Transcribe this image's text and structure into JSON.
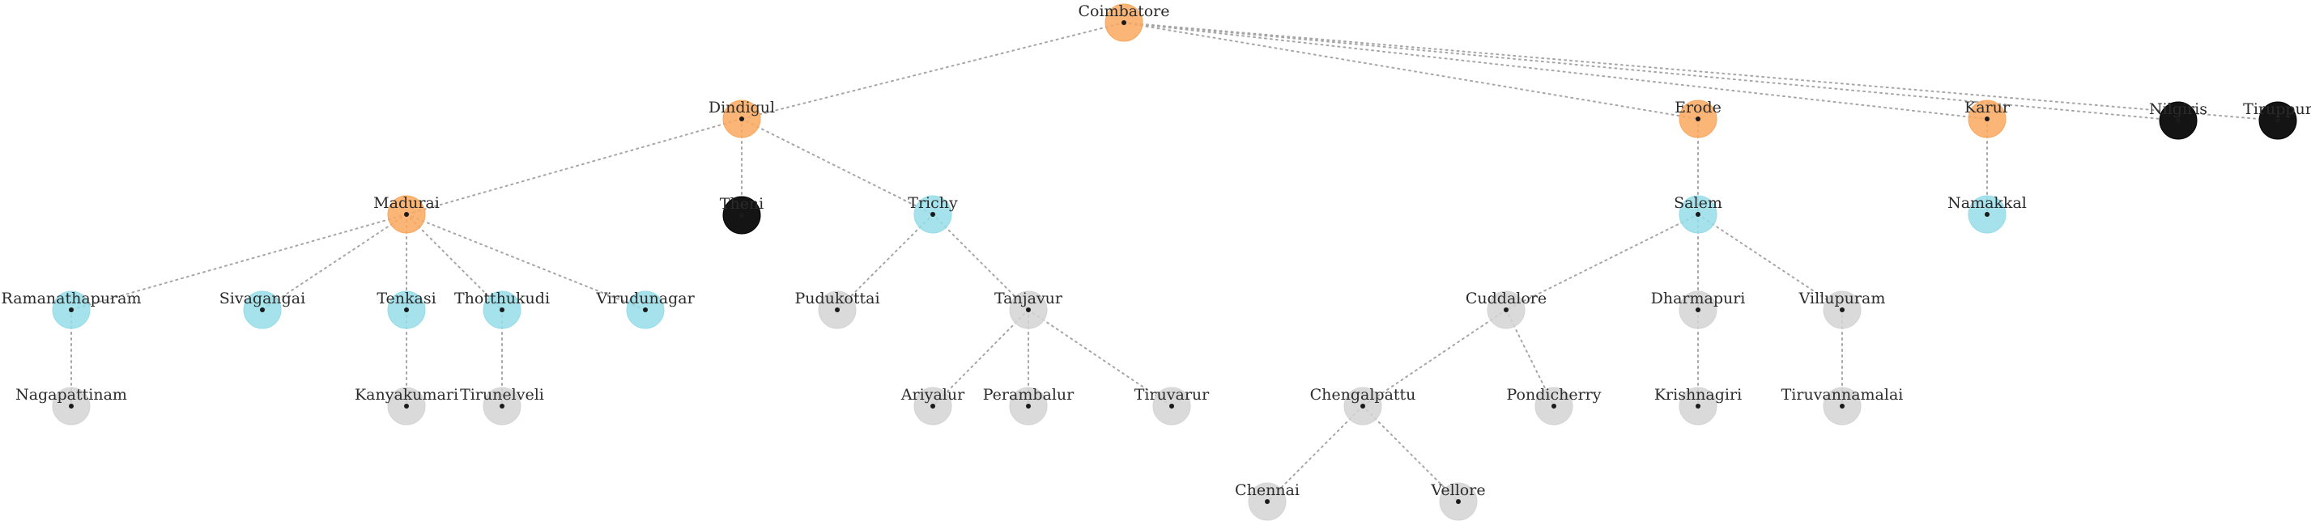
{
  "colors": {
    "orange": "#f9a85f",
    "cyan": "#95dde8",
    "gray": "#d4d4d4",
    "black": "#141414",
    "edge": "#a6a6a6"
  },
  "nodes": [
    {
      "id": "coimbatore",
      "label": "Coimbatore",
      "color": "orange"
    },
    {
      "id": "dindigul",
      "label": "Dindigul",
      "color": "orange"
    },
    {
      "id": "erode",
      "label": "Erode",
      "color": "orange"
    },
    {
      "id": "karur",
      "label": "Karur",
      "color": "orange"
    },
    {
      "id": "nilgiris",
      "label": "Nilgiris",
      "color": "black"
    },
    {
      "id": "tiruppur",
      "label": "Tiruppur",
      "color": "black"
    },
    {
      "id": "madurai",
      "label": "Madurai",
      "color": "orange"
    },
    {
      "id": "theni",
      "label": "Theni",
      "color": "black"
    },
    {
      "id": "trichy",
      "label": "Trichy",
      "color": "cyan"
    },
    {
      "id": "salem",
      "label": "Salem",
      "color": "cyan"
    },
    {
      "id": "namakkal",
      "label": "Namakkal",
      "color": "cyan"
    },
    {
      "id": "ramanathapuram",
      "label": "Ramanathapuram",
      "color": "cyan"
    },
    {
      "id": "sivagangai",
      "label": "Sivagangai",
      "color": "cyan"
    },
    {
      "id": "tenkasi",
      "label": "Tenkasi",
      "color": "cyan"
    },
    {
      "id": "thoothukudi",
      "label": "Thotthukudi",
      "color": "cyan"
    },
    {
      "id": "virudunagar",
      "label": "Virudunagar",
      "color": "cyan"
    },
    {
      "id": "pudukottai",
      "label": "Pudukottai",
      "color": "gray"
    },
    {
      "id": "tanjavur",
      "label": "Tanjavur",
      "color": "gray"
    },
    {
      "id": "cuddalore",
      "label": "Cuddalore",
      "color": "gray"
    },
    {
      "id": "dharmapuri",
      "label": "Dharmapuri",
      "color": "gray"
    },
    {
      "id": "villupuram",
      "label": "Villupuram",
      "color": "gray"
    },
    {
      "id": "nagapattinam",
      "label": "Nagapattinam",
      "color": "gray"
    },
    {
      "id": "kanyakumari",
      "label": "Kanyakumari",
      "color": "gray"
    },
    {
      "id": "tirunelveli",
      "label": "Tirunelveli",
      "color": "gray"
    },
    {
      "id": "ariyalur",
      "label": "Ariyalur",
      "color": "gray"
    },
    {
      "id": "perambalur",
      "label": "Perambalur",
      "color": "gray"
    },
    {
      "id": "tiruvarur",
      "label": "Tiruvarur",
      "color": "gray"
    },
    {
      "id": "chengalpattu",
      "label": "Chengalpattu",
      "color": "gray"
    },
    {
      "id": "pondicherry",
      "label": "Pondicherry",
      "color": "gray"
    },
    {
      "id": "krishnagiri",
      "label": "Krishnagiri",
      "color": "gray"
    },
    {
      "id": "tiruvannamalai",
      "label": "Tiruvannamalai",
      "color": "gray"
    },
    {
      "id": "chennai",
      "label": "Chennai",
      "color": "gray"
    },
    {
      "id": "vellore",
      "label": "Vellore",
      "color": "gray"
    }
  ],
  "edges": [
    [
      "coimbatore",
      "dindigul"
    ],
    [
      "coimbatore",
      "erode"
    ],
    [
      "coimbatore",
      "karur"
    ],
    [
      "coimbatore",
      "nilgiris"
    ],
    [
      "coimbatore",
      "tiruppur"
    ],
    [
      "dindigul",
      "madurai"
    ],
    [
      "dindigul",
      "theni"
    ],
    [
      "dindigul",
      "trichy"
    ],
    [
      "erode",
      "salem"
    ],
    [
      "karur",
      "namakkal"
    ],
    [
      "madurai",
      "ramanathapuram"
    ],
    [
      "madurai",
      "sivagangai"
    ],
    [
      "madurai",
      "tenkasi"
    ],
    [
      "madurai",
      "thoothukudi"
    ],
    [
      "madurai",
      "virudunagar"
    ],
    [
      "trichy",
      "pudukottai"
    ],
    [
      "trichy",
      "tanjavur"
    ],
    [
      "salem",
      "cuddalore"
    ],
    [
      "salem",
      "dharmapuri"
    ],
    [
      "salem",
      "villupuram"
    ],
    [
      "ramanathapuram",
      "nagapattinam"
    ],
    [
      "tenkasi",
      "kanyakumari"
    ],
    [
      "thoothukudi",
      "tirunelveli"
    ],
    [
      "tanjavur",
      "ariyalur"
    ],
    [
      "tanjavur",
      "perambalur"
    ],
    [
      "tanjavur",
      "tiruvarur"
    ],
    [
      "cuddalore",
      "chengalpattu"
    ],
    [
      "cuddalore",
      "pondicherry"
    ],
    [
      "dharmapuri",
      "krishnagiri"
    ],
    [
      "villupuram",
      "tiruvannamalai"
    ],
    [
      "chengalpattu",
      "chennai"
    ],
    [
      "chengalpattu",
      "vellore"
    ]
  ]
}
